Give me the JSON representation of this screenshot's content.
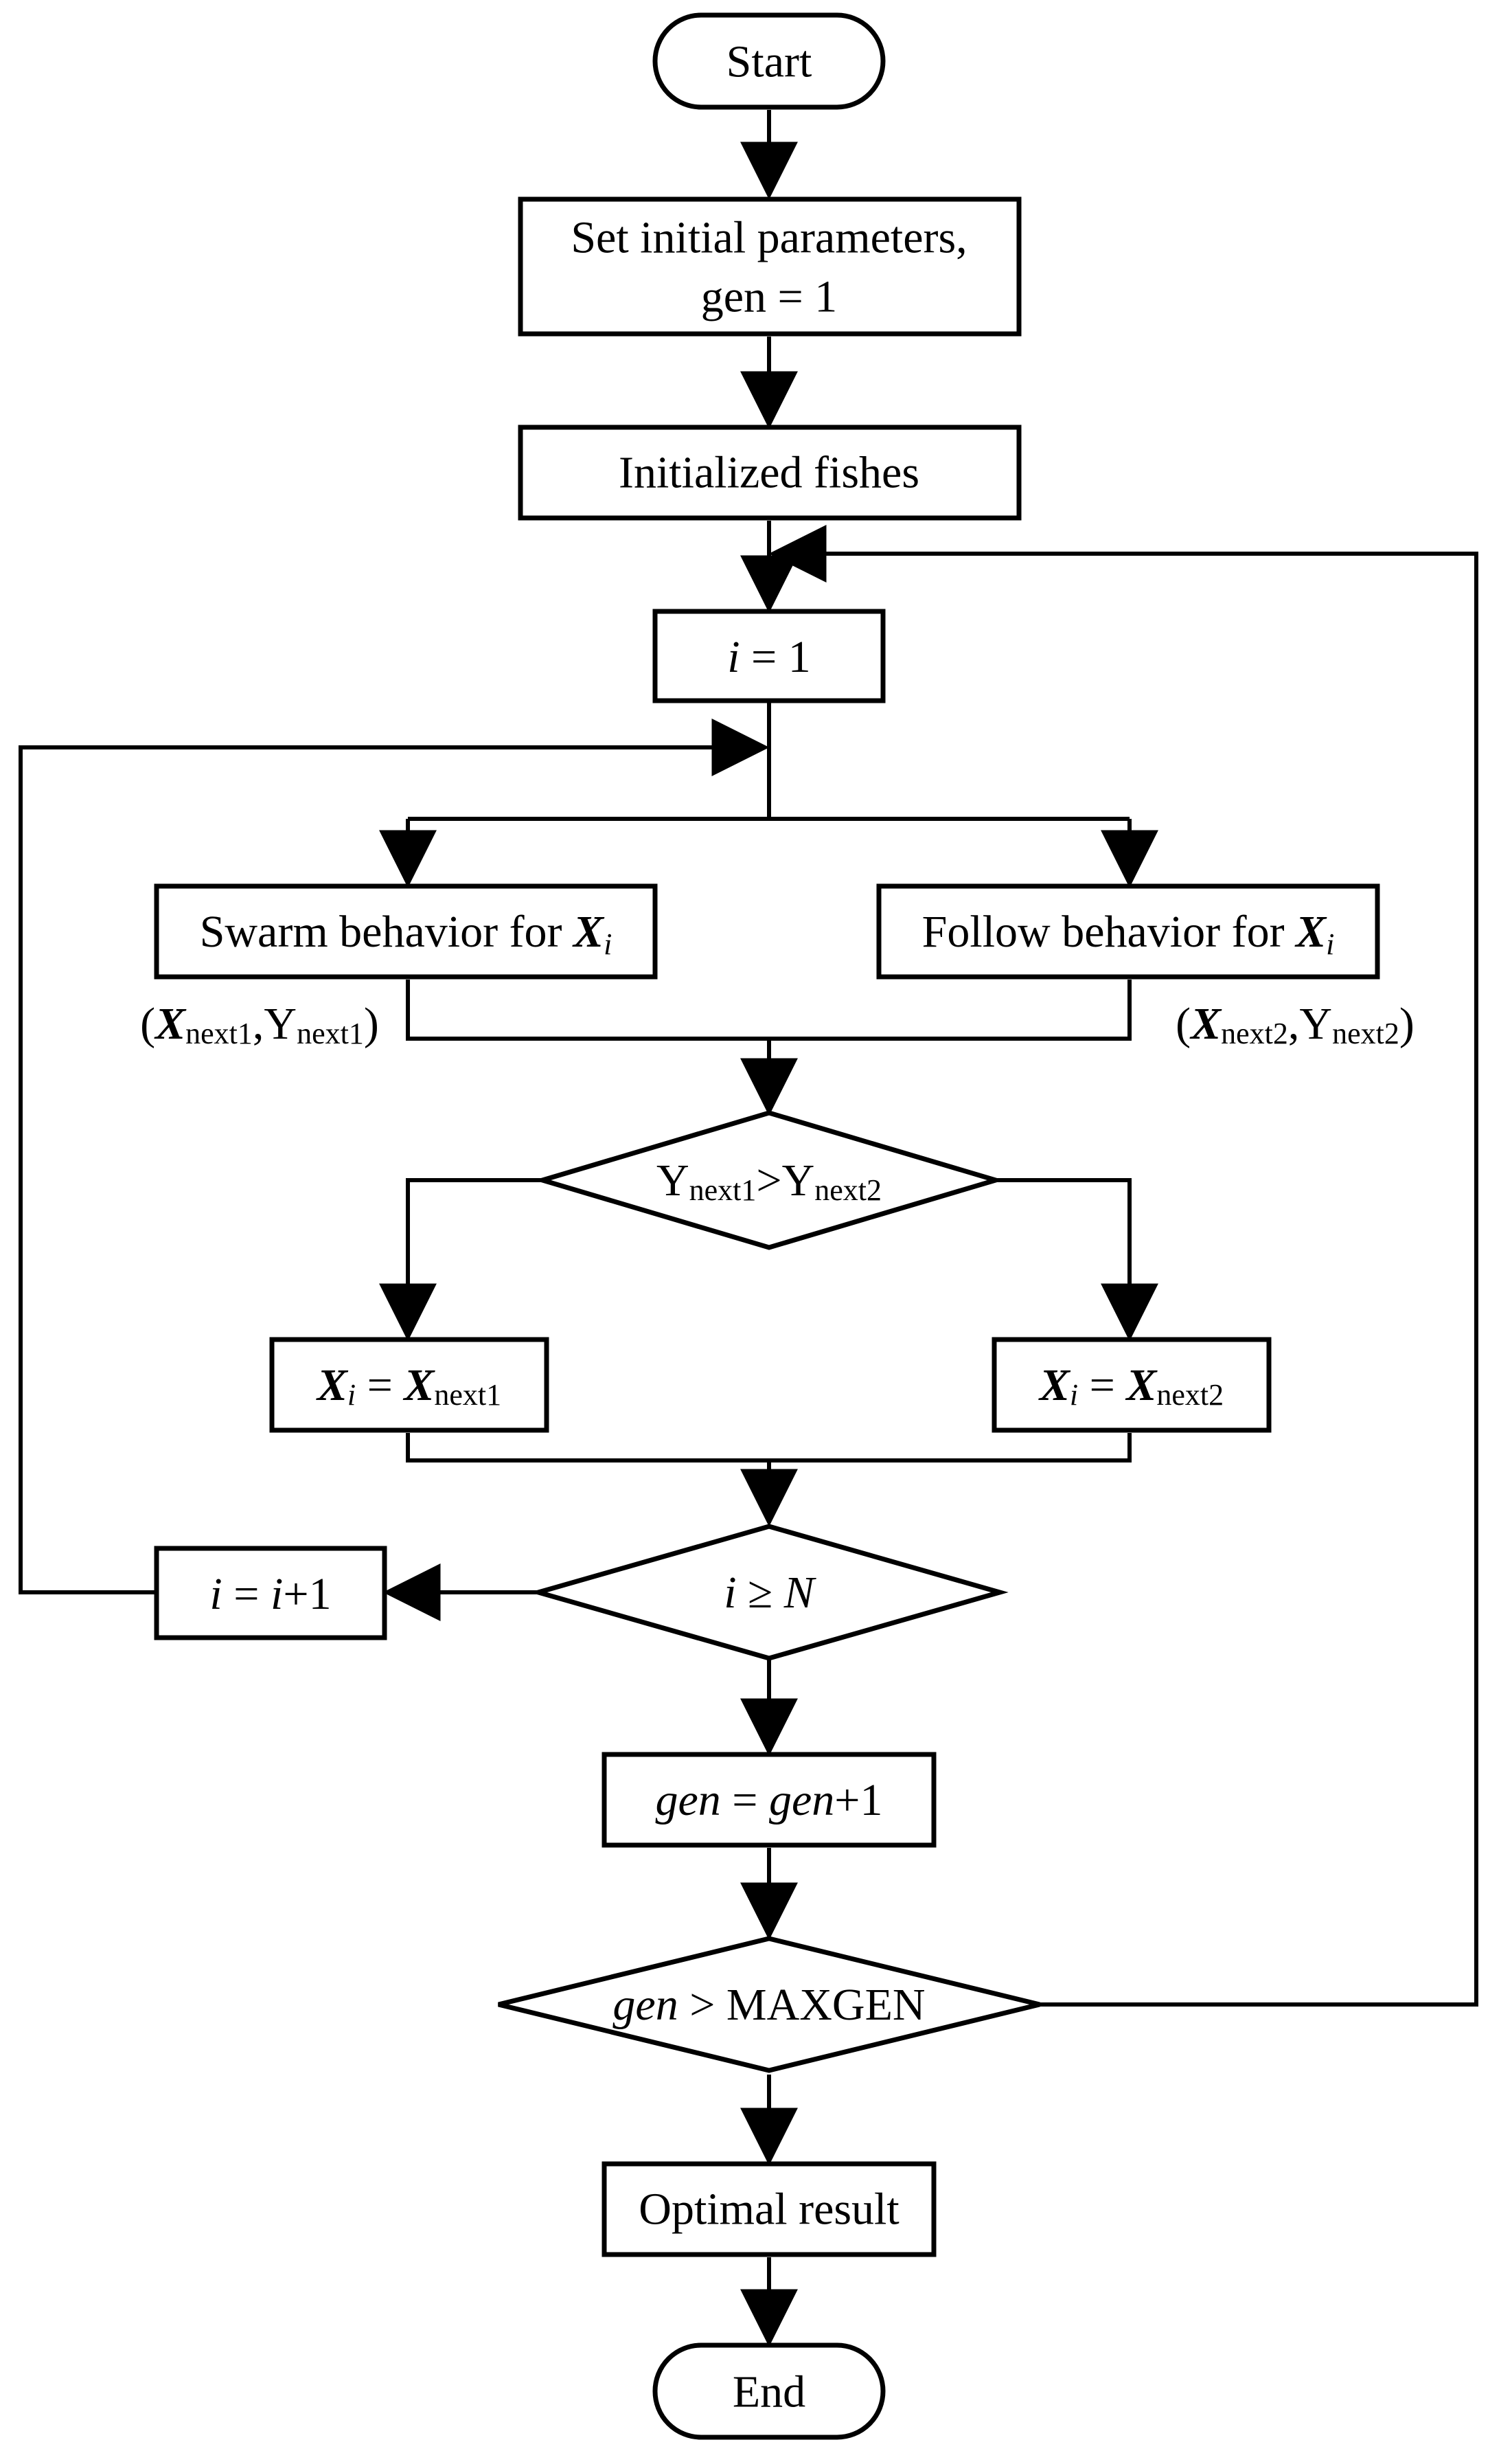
{
  "nodes": {
    "start": "Start",
    "set_params_line1": "Set initial parameters,",
    "set_params_line2": "gen = 1",
    "init_fishes": "Initialized fishes",
    "i_init": {
      "var": "i",
      "rest": " = 1"
    },
    "swarm": {
      "text": "Swarm behavior for ",
      "var": "X",
      "sub": "i"
    },
    "follow": {
      "text": "Follow behavior for ",
      "var": "X",
      "sub": "i"
    },
    "swarm_out": {
      "open": "(",
      "var": "X",
      "sub1": "next1",
      "comma": ",Y",
      "sub2": "next1",
      "close": ")"
    },
    "follow_out": {
      "open": "(",
      "var": "X",
      "sub1": "next2",
      "comma": ",Y",
      "sub2": "next2",
      "close": ")"
    },
    "compare": {
      "a": "Y",
      "sub_a": "next1",
      "op": ">",
      "b": "Y",
      "sub_b": "next2"
    },
    "assign1": {
      "var": "X",
      "sub_var": "i",
      "eq": " = ",
      "val": "X",
      "sub_val": "next1"
    },
    "assign2": {
      "var": "X",
      "sub_var": "i",
      "eq": " = ",
      "val": "X",
      "sub_val": "next2"
    },
    "increment_i": {
      "var": "i",
      "eq": " = ",
      "var2": "i",
      "rest": "+1"
    },
    "check_n": {
      "var": "i",
      "op": " ≥ ",
      "limit": "N"
    },
    "gen_inc": {
      "var": "gen",
      "eq": " = ",
      "var2": "gen",
      "rest": "+1"
    },
    "gen_check": {
      "var": "gen",
      "rest": " > MAXGEN"
    },
    "optimal": "Optimal result",
    "end": "End"
  }
}
